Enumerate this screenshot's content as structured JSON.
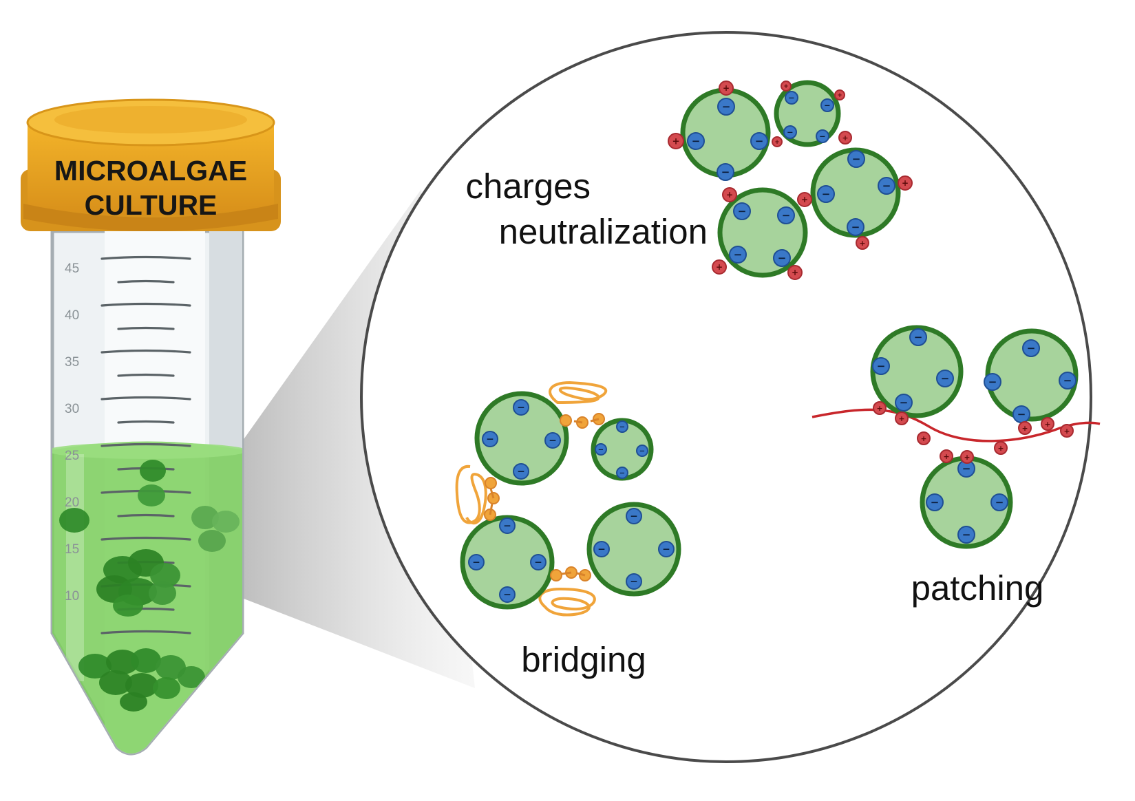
{
  "tube": {
    "cap_line1": "MICROALGAE",
    "cap_line2": "CULTURE",
    "scale_marks": [
      "45",
      "40",
      "35",
      "30",
      "25",
      "20",
      "15",
      "10"
    ]
  },
  "mechanisms": {
    "charges": {
      "line1": "charges",
      "line2": "neutralization"
    },
    "bridging": {
      "label": "bridging"
    },
    "patching": {
      "label": "patching"
    }
  },
  "symbols": {
    "negative": "−",
    "positive": "+"
  },
  "colors": {
    "cell_fill": "#a7d39c",
    "cell_stroke": "#2e7a26",
    "negative_charge": "#3a78c8",
    "positive_charge": "#d44a4f",
    "polymer_bridge": "#f0a43a",
    "polymer_chain": "#c8262b",
    "culture_green": "#7bcf5b",
    "cap_gold": "#efaa1f"
  }
}
